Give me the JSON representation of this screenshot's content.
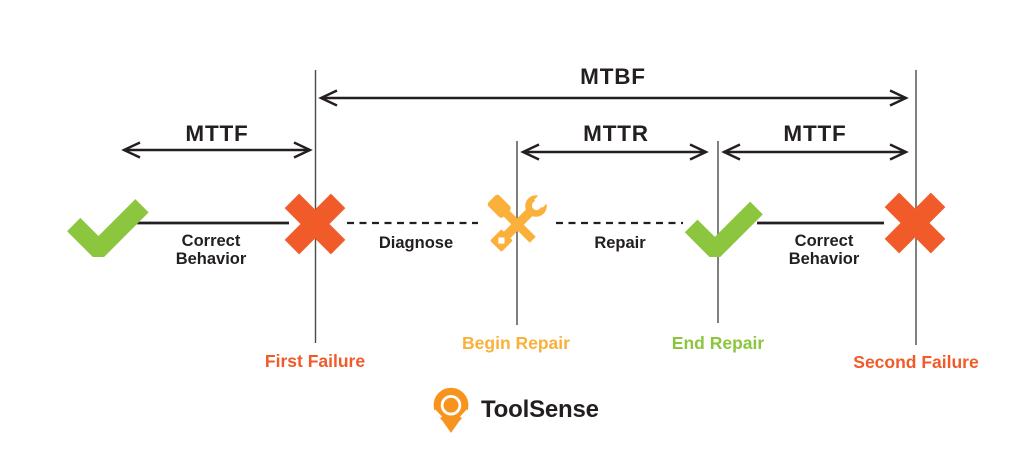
{
  "colors": {
    "green": "#8CC63E",
    "orange": "#F15A29",
    "amber": "#FBB03B",
    "logo_orange": "#F7941E",
    "ink": "#231F20",
    "line_gray": "#4A4A4A",
    "background": "#FFFFFF"
  },
  "metrics": {
    "mtbf": "MTBF",
    "mttf_left": "MTTF",
    "mttr": "MTTR",
    "mttf_right": "MTTF"
  },
  "segments": {
    "correct_behavior_left": "Correct Behavior",
    "diagnose": "Diagnose",
    "repair": "Repair",
    "correct_behavior_right": "Correct Behavior"
  },
  "events": {
    "first_failure": "First Failure",
    "begin_repair": "Begin Repair",
    "end_repair": "End Repair",
    "second_failure": "Second Failure"
  },
  "icons": {
    "start_state": "check-icon",
    "first_failure": "x-icon",
    "begin_repair": "wrench-screwdriver-icon",
    "end_repair": "check-icon",
    "second_failure": "x-icon",
    "logo_mark": "location-pin-icon"
  },
  "logo": {
    "name": "ToolSense"
  }
}
